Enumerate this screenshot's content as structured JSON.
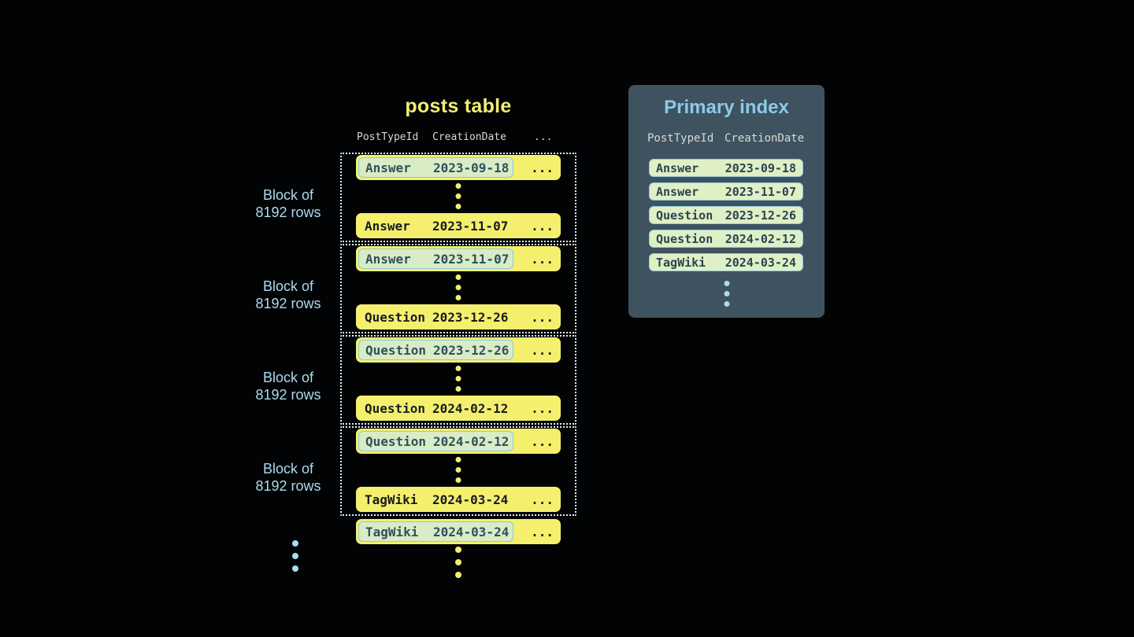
{
  "posts_table": {
    "title": "posts table",
    "headers": {
      "post_type_id": "PostTypeId",
      "creation_date": "CreationDate",
      "more": "..."
    },
    "block_label": {
      "line1": "Block of",
      "line2": "8192 rows"
    },
    "row_ellipsis": "...",
    "blocks": [
      {
        "first": {
          "type": "Answer",
          "date": "2023-09-18"
        },
        "last": {
          "type": "Answer",
          "date": "2023-11-07"
        }
      },
      {
        "first": {
          "type": "Answer",
          "date": "2023-11-07"
        },
        "last": {
          "type": "Question",
          "date": "2023-12-26"
        }
      },
      {
        "first": {
          "type": "Question",
          "date": "2023-12-26"
        },
        "last": {
          "type": "Question",
          "date": "2024-02-12"
        }
      },
      {
        "first": {
          "type": "Question",
          "date": "2024-02-12"
        },
        "last": {
          "type": "TagWiki",
          "date": "2024-03-24"
        }
      }
    ],
    "trailing_row": {
      "type": "TagWiki",
      "date": "2024-03-24"
    }
  },
  "primary_index": {
    "title": "Primary index",
    "headers": {
      "post_type_id": "PostTypeId",
      "creation_date": "CreationDate"
    },
    "rows": [
      {
        "type": "Answer",
        "date": "2023-09-18"
      },
      {
        "type": "Answer",
        "date": "2023-11-07"
      },
      {
        "type": "Question",
        "date": "2023-12-26"
      },
      {
        "type": "Question",
        "date": "2024-02-12"
      },
      {
        "type": "TagWiki",
        "date": "2024-03-24"
      }
    ]
  },
  "colors": {
    "background": "#020304",
    "row_yellow": "#f4f06e",
    "title_yellow": "#f2ef74",
    "dot_yellow": "#f2ee74",
    "highlight_green": "#d9ecc6",
    "highlight_border_blue": "#85cbe0",
    "highlight_text": "#30505d",
    "highlight_text_dark": "#2b4450",
    "index_row_green": "#dff0c6",
    "index_row_border": "#93cbda",
    "label_blue": "#abdbee",
    "panel_bg": "#3f5260",
    "panel_title_blue": "#8bcbe9",
    "header_gray": "#d8dad1",
    "dark_text": "#181c1f",
    "dotted_border": "#dff0f7"
  }
}
